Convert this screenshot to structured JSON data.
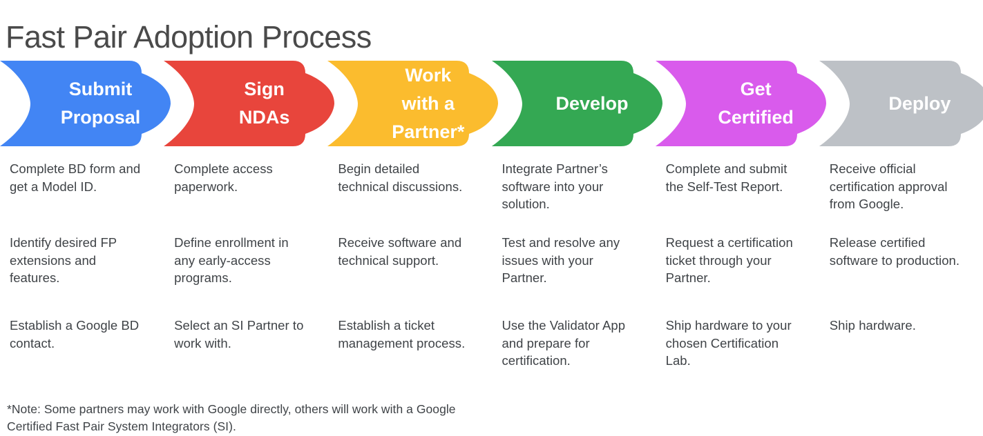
{
  "title": "Fast Pair Adoption Process",
  "colors": {
    "title_text": "#4a4a4a",
    "body_text": "#3f4347",
    "chevron_text": "#ffffff",
    "blue": "#4285F4",
    "red": "#E8453C",
    "yellow": "#FBBC2E",
    "green": "#34A853",
    "magenta": "#D95BEC",
    "gray": "#BDC1C6",
    "background": "#ffffff"
  },
  "steps": [
    {
      "label": "Submit\nProposal",
      "color": "#4285F4",
      "color_name": "blue",
      "details": [
        "Complete BD form and get a Model ID.",
        "Identify desired FP extensions and features.",
        "Establish a Google BD contact."
      ]
    },
    {
      "label": "Sign\nNDAs",
      "color": "#E8453C",
      "color_name": "red",
      "details": [
        "Complete access paperwork.",
        "Define enrollment in any early-access programs.",
        "Select an SI Partner to work with."
      ]
    },
    {
      "label": "Work\nwith a\nPartner*",
      "color": "#FBBC2E",
      "color_name": "yellow",
      "details": [
        "Begin detailed technical discussions.",
        "Receive software and technical support.",
        "Establish a ticket management process."
      ]
    },
    {
      "label": "Develop",
      "color": "#34A853",
      "color_name": "green",
      "details": [
        "Integrate Partner’s software into your solution.",
        "Test and resolve any issues with your Partner.",
        "Use the Validator App and prepare for certification."
      ]
    },
    {
      "label": "Get\nCertified",
      "color": "#D95BEC",
      "color_name": "magenta",
      "details": [
        "Complete and submit the Self-Test Report.",
        "Request a certification ticket through your Partner.",
        "Ship hardware to your chosen Certification Lab."
      ]
    },
    {
      "label": "Deploy",
      "color": "#BDC1C6",
      "color_name": "gray",
      "details": [
        "Receive official certification approval from Google.",
        "Release certified software to production.",
        "Ship hardware."
      ]
    }
  ],
  "footnote": "*Note: Some partners may work with Google directly, others will work with a Google Certified Fast Pair System Integrators (SI)."
}
